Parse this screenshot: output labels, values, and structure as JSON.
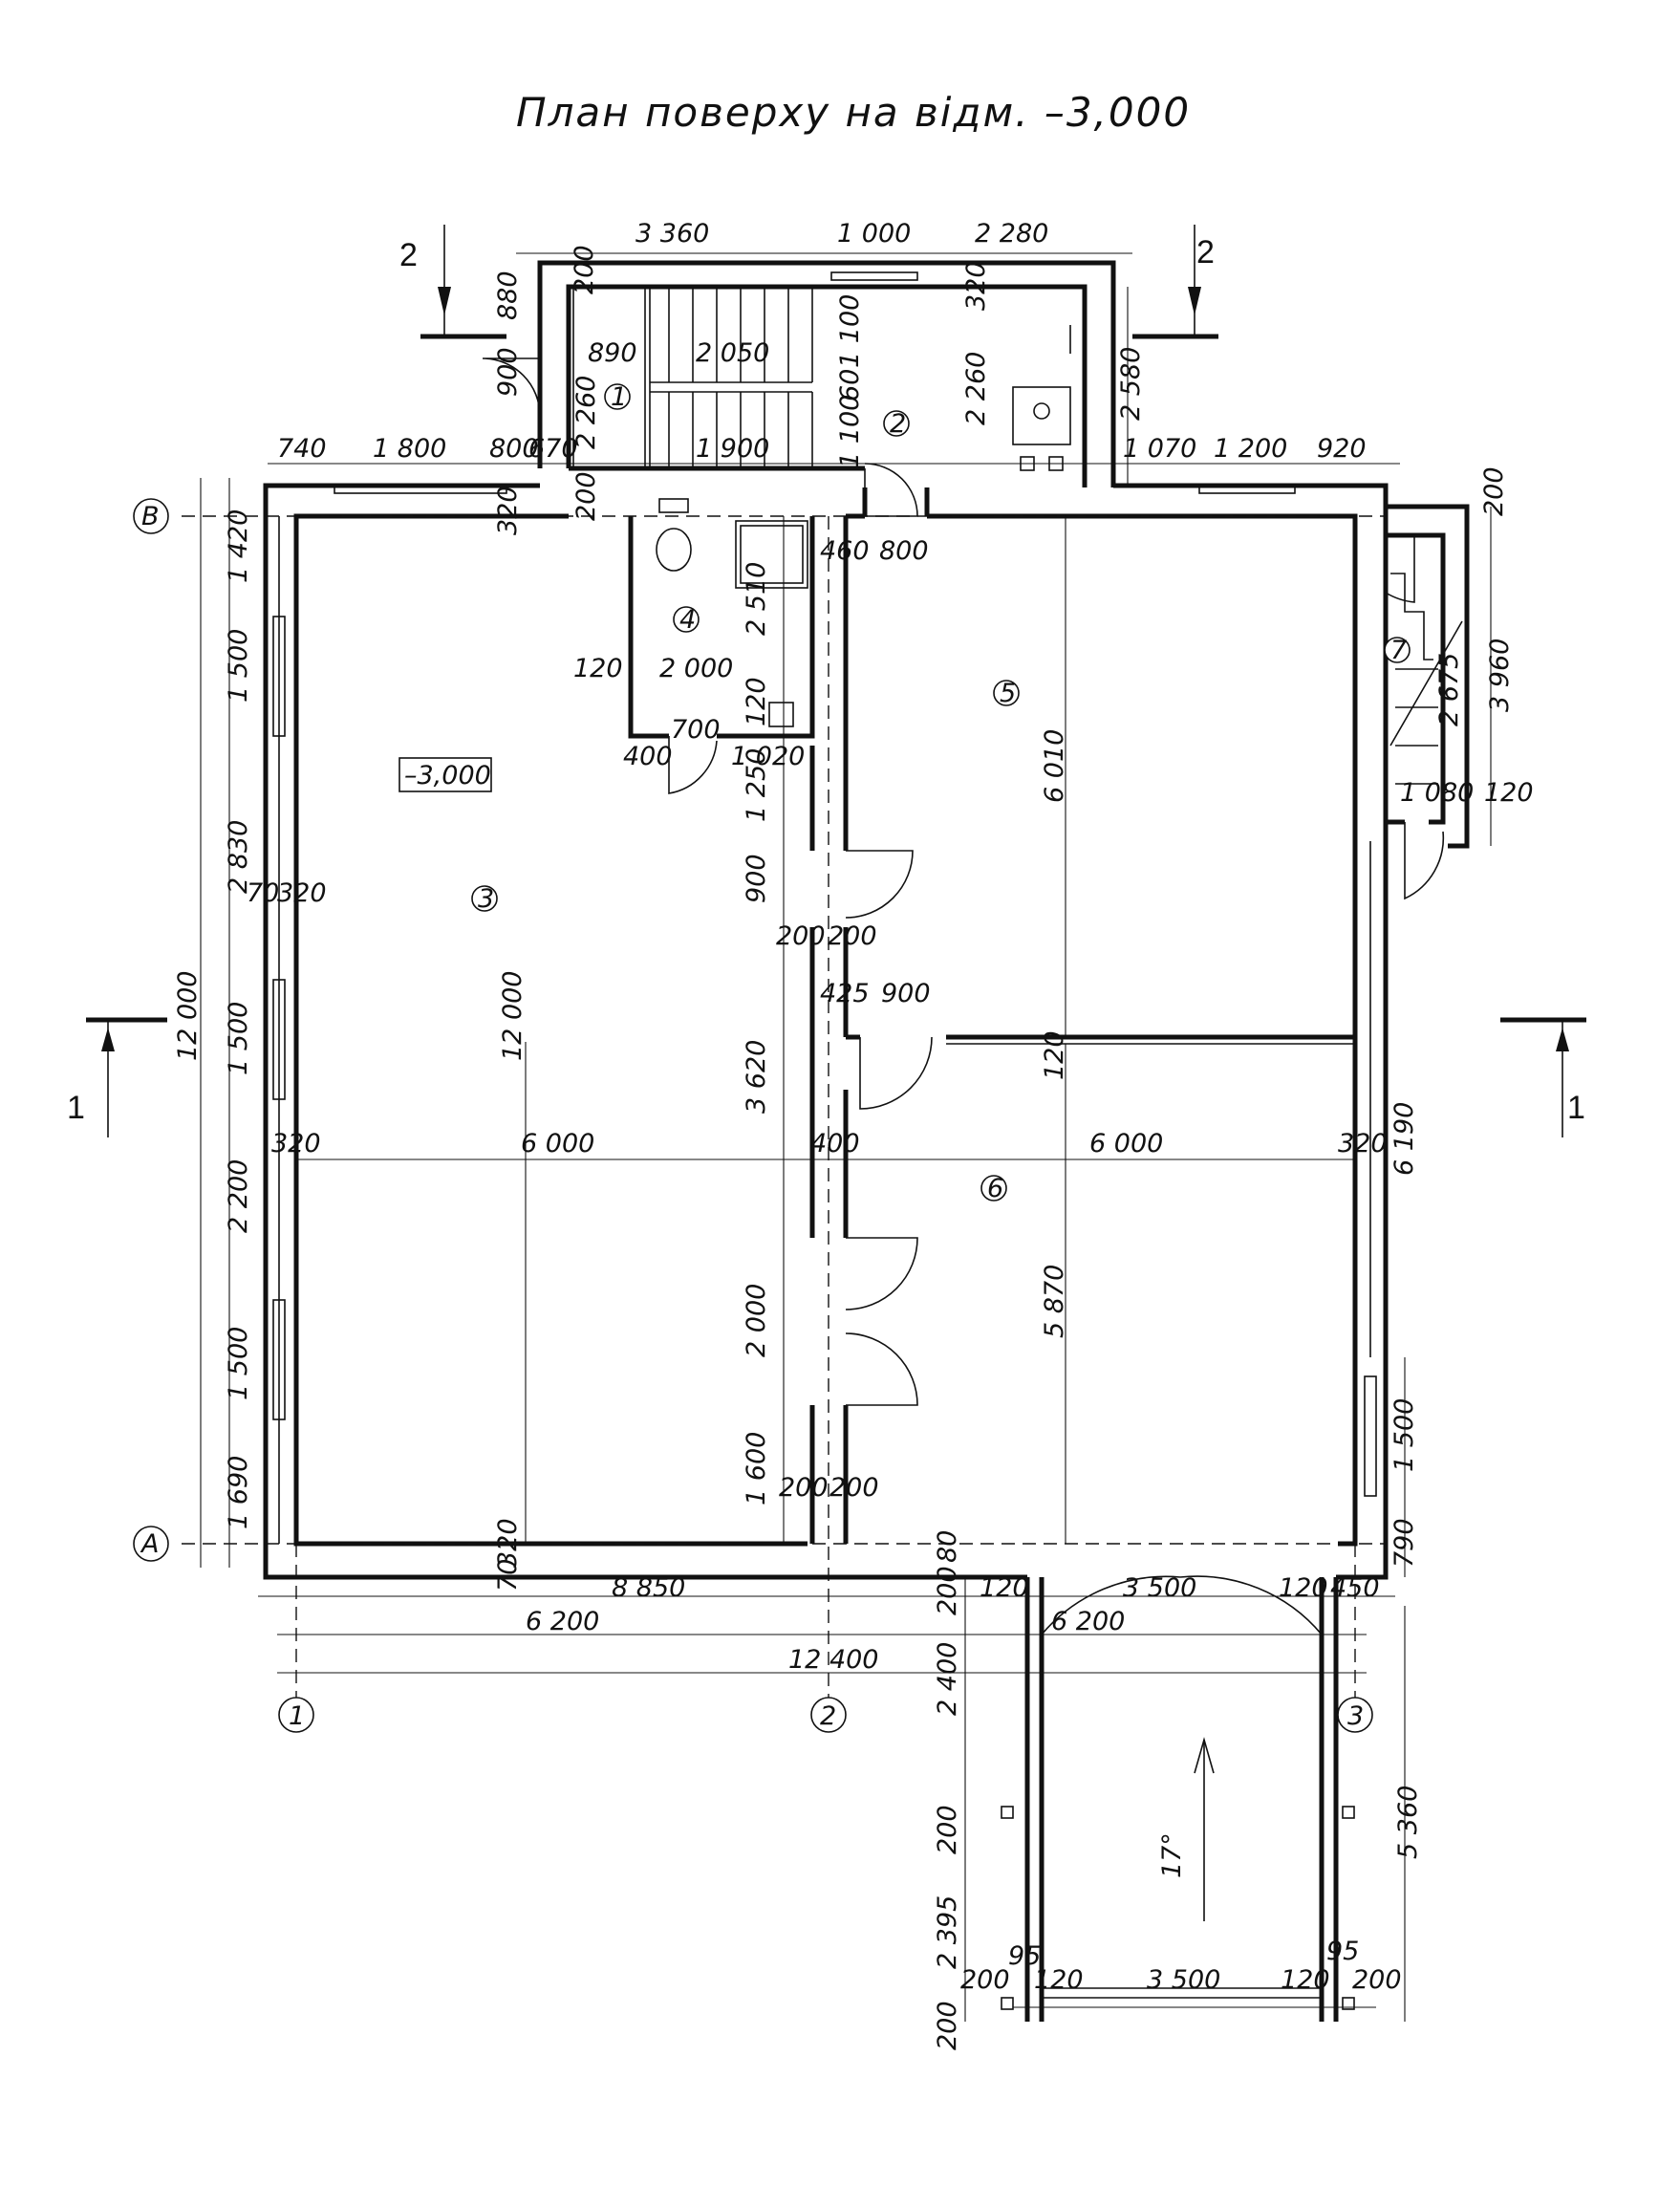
{
  "title": "План поверху на відм. –3,000",
  "level_tag": "–3,000",
  "rooms": [
    "1",
    "2",
    "3",
    "4",
    "5",
    "6",
    "7"
  ],
  "grid_axes": {
    "rows": [
      "В",
      "А"
    ],
    "cols": [
      "1",
      "2",
      "3"
    ]
  },
  "section_marks": {
    "horizontal": "1",
    "vertical": "2"
  },
  "slope_label": "17°",
  "dimensions": {
    "top_row1": [
      "3 360",
      "1 000",
      "2 280"
    ],
    "top_row2": [
      "740",
      "1 800",
      "800",
      "670",
      "1 070",
      "1 200",
      "920"
    ],
    "stair": [
      "890",
      "2 050",
      "1 900",
      "200",
      "880",
      "900",
      "2 260",
      "2 260",
      "1 100",
      "60",
      "1 100",
      "320",
      "2 580",
      "200",
      "320",
      "200"
    ],
    "left_column": [
      "1 420",
      "1 500",
      "2 830",
      "1 500",
      "2 200",
      "1 500",
      "1 690",
      "12 000"
    ],
    "left_inner": [
      "70",
      "320",
      "320",
      "320",
      "70"
    ],
    "room3": [
      "12 000",
      "6 000"
    ],
    "room4": [
      "120",
      "2 000",
      "2 510",
      "120",
      "700",
      "400",
      "1 020",
      "1 250"
    ],
    "middle_wall": [
      "460",
      "800",
      "900",
      "200",
      "200",
      "425",
      "900",
      "3 620",
      "400",
      "2 000",
      "1 600",
      "200",
      "200"
    ],
    "room5": [
      "6 010",
      "120"
    ],
    "room6": [
      "6 000",
      "320",
      "5 870",
      "6 190"
    ],
    "room7": [
      "3 960",
      "2 675",
      "1 080",
      "120",
      "200"
    ],
    "right_side": [
      "1 500",
      "790",
      "5 360"
    ],
    "bottom": [
      "8 850",
      "80",
      "200",
      "120",
      "3 500",
      "120",
      "450",
      "6 200",
      "6 200",
      "12 400"
    ],
    "ramp": [
      "2 400",
      "200",
      "2 395",
      "200",
      "200",
      "95",
      "120",
      "3 500",
      "120",
      "95",
      "200"
    ]
  }
}
